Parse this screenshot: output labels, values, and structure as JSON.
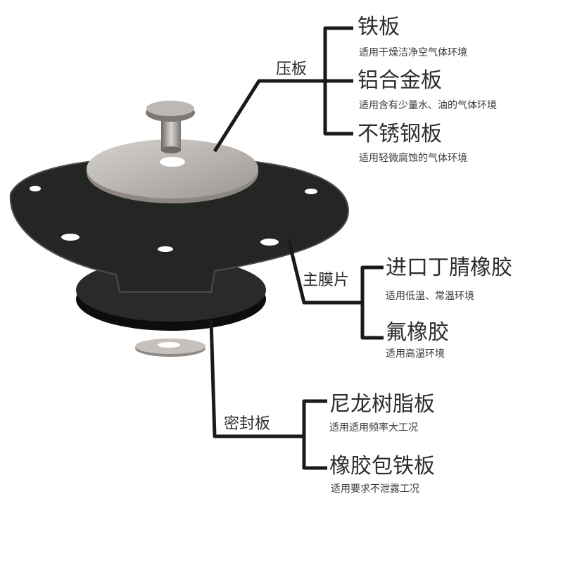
{
  "groups": [
    {
      "label": "压板",
      "options": [
        {
          "name": "铁板",
          "desc": "适用干燥洁净空气体环境"
        },
        {
          "name": "铝合金板",
          "desc": "适用含有少量水、油的气体环境"
        },
        {
          "name": "不锈钢板",
          "desc": "适用轻微腐蚀的气体环境"
        }
      ]
    },
    {
      "label": "主膜片",
      "options": [
        {
          "name": "进口丁腈橡胶",
          "desc": "适用低温、常温环境"
        },
        {
          "name": "氟橡胶",
          "desc": "适用高温环境"
        }
      ]
    },
    {
      "label": "密封板",
      "options": [
        {
          "name": "尼龙树脂板",
          "desc": "适用适用频率大工况"
        },
        {
          "name": "橡胶包铁板",
          "desc": "适用要求不泄露工况"
        }
      ]
    }
  ],
  "colors": {
    "line": "#1a1a1a",
    "rubber": "#1e211d",
    "steel": "#b9b4b0",
    "text": "#2e2e2e"
  }
}
